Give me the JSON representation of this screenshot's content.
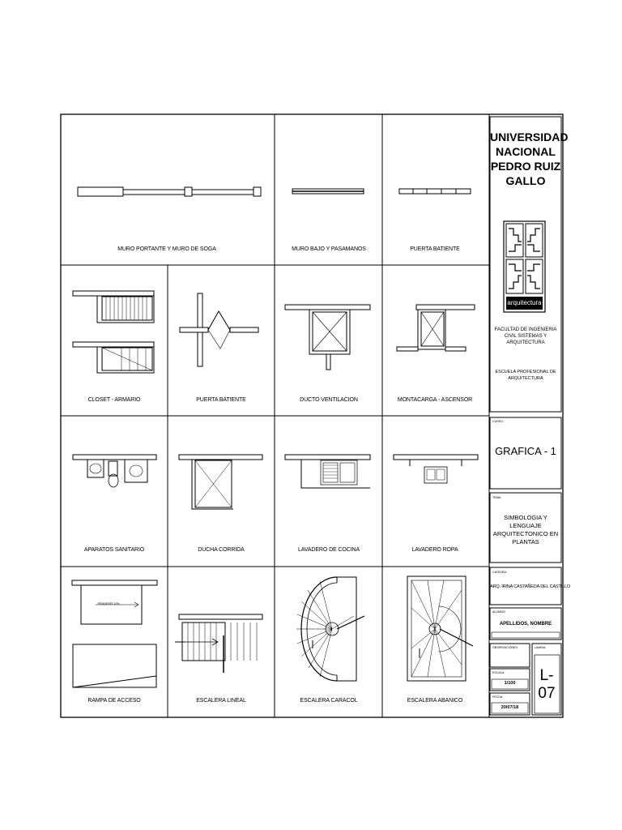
{
  "cells": [
    {
      "id": "muro-portante",
      "label": "MURO PORTANTE Y MURO DE SOGA"
    },
    {
      "id": "muro-bajo",
      "label": "MURO BAJO Y PASAMANOS"
    },
    {
      "id": "puerta-batiente-1",
      "label": "PUERTA BATIENTE"
    },
    {
      "id": "closet",
      "label": "CLOSET - ARMARIO"
    },
    {
      "id": "puerta-batiente-2",
      "label": "PUERTA BATIENTE"
    },
    {
      "id": "ducto",
      "label": "DUCTO VENTILACION"
    },
    {
      "id": "montacarga",
      "label": "MONTACARGA - ASCENSOR"
    },
    {
      "id": "aparatos",
      "label": "APARATOS SANITARIO"
    },
    {
      "id": "ducha",
      "label": "DUCHA CORRIDA"
    },
    {
      "id": "lavadero-cocina",
      "label": "LAVADERO DE COCINA"
    },
    {
      "id": "lavadero-ropa",
      "label": "LAVADERO ROPA"
    },
    {
      "id": "rampa",
      "label": "RAMPA DE ACCESO"
    },
    {
      "id": "escalera-lineal",
      "label": "ESCALERA LINEAL"
    },
    {
      "id": "escalera-caracol",
      "label": "ESCALERA CARACOL"
    },
    {
      "id": "escalera-abanico",
      "label": "ESCALERA ABANICO"
    }
  ],
  "title_block": {
    "university_lines": [
      "UNIVERSIDAD",
      "NACIONAL",
      "PEDRO RUIZ",
      "GALLO"
    ],
    "logo_caption": "arquitectura",
    "faculty_lines": [
      "FACULTAD DE INGENIERIA",
      "CIVIL SISTEMAS Y",
      "ARQUITECTURA"
    ],
    "school_lines": [
      "ESCUELA PROFESIONAL DE",
      "ARQUITECTURA"
    ],
    "course_caption": "CURSO:",
    "course": "GRAFICA - 1",
    "theme_caption": "TEMA:",
    "theme_lines": [
      "SIMBOLOGIA Y LENGUAJE",
      "ARQUITECTONICO EN",
      "PLANTAS"
    ],
    "chair_caption": "CATEDRA:",
    "chair": "ARQ. IRINA CASTAÑEDA DEL CASTILLO",
    "student_caption": "ALUMNO:",
    "student": "APELLIDOS, NOMBRE",
    "notes_caption": "OBSERVACIONES:",
    "sheet_caption": "LAMINA:",
    "sheet": "L-07",
    "scale_caption": "ESCALA:",
    "scale": "1/100",
    "date_caption": "FECHA:",
    "date": "20/07/18"
  },
  "ramp_note": "PENDIENTE 10%"
}
